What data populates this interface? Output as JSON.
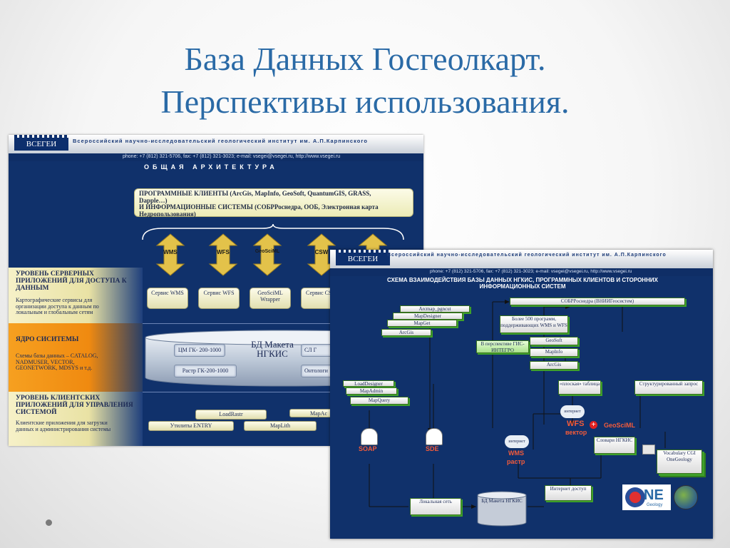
{
  "page": {
    "title_line1": "База Данных Госгеолкарт.",
    "title_line2": "Перспективы использования."
  },
  "slide1": {
    "logo": "ВСЕГЕИ",
    "institute": "Всероссийский научно-исследовательский геологический институт им. А.П.Карпинского",
    "phone": "phone: +7 (812) 321-5706, fax: +7 (812) 321-3023; e-mail: vsegei@vsegei.ru, http://www.vsegei.ru",
    "arch_title": "ОБЩАЯ АРХИТЕКТУРА",
    "clients_line1": "ПРОГРАММНЫЕ КЛИЕНТЫ (ArcGis, MapInfo, GeoSoft, QuantumGIS, GRASS,",
    "clients_line2": "Dapple…)",
    "clients_line3": "И ИНФОРМАЦИОННЫЕ СИСТЕМЫ (СОБРРоснедра, ООБ, Электронная карта",
    "clients_line4": "Недропользования)",
    "arrows": [
      "WMS",
      "WFS",
      "GeoSciML",
      "CSW"
    ],
    "level_server_title": "УРОВЕНЬ СЕРВЕРНЫХ ПРИЛОЖЕНИЙ ДЛЯ ДОСТУПА К ДАННЫМ",
    "level_server_desc": "Картографические сервисы для организации доступа к данным по локальным и глобальным сетям",
    "services": [
      "Сервис WMS",
      "Сервис WFS",
      "GeoSciML Wrapper",
      "Сервис CSW"
    ],
    "core_title": "ЯДРО СИСИТЕМЫ",
    "core_desc": "Схемы базы данных – CATALOG, NADMUSER, VECTOR, GEONETWORK, MDSYS и т.д.",
    "db_title": "БД Макета НГКИС",
    "db_boxes": [
      "ЦМ ГК- 200-1000",
      "Растр ГК-200-1000",
      "СЛ Г",
      "Онтологи"
    ],
    "level_client_title": "УРОВЕНЬ КЛИЕНТСКИХ ПРИЛОЖЕНИЙ ДЛЯ УПРАВЛЕНИЯ СИСТЕМОЙ",
    "level_client_desc": "Клиентские приложения для загрузки данных и администрирования системы",
    "utils": [
      "LoadRastr",
      "MapAc",
      "Утилиты ENTRY",
      "MapLith"
    ]
  },
  "slide2": {
    "logo": "ВСЕГЕИ",
    "institute": "Всероссийский научно-исследовательский геологический институт им. А.П.Карпинского",
    "phone": "phone: +7 (812) 321-5706, fax: +7 (812) 321-3023; e-mail: vsegei@vsegei.ru, http://www.vsegei.ru",
    "title_line1": "СХЕМА ВЗАИМОДЕЙСТВИЯ БАЗЫ ДАННЫХ НГКИС, ПРОГРАММНЫХ КЛИЕНТОВ И СТОРОННИХ",
    "title_line2": "ИНФОРМАЦИОННЫХ СИСТЕМ",
    "stack_top": [
      "Arcmap_pgncut",
      "MapDesigner",
      "MapGet",
      "ArcGis"
    ],
    "sobr": "СОБРРоснедра (ВНИИГеосистем)",
    "programs": "Более 500 программ, поддерживающих WMS и WFS",
    "perspective": "В перспективе ГИС-ИНТЕГРО",
    "clients": [
      "GeoSoft",
      "MapInfo",
      "ArcGis"
    ],
    "stack_left": [
      "LoadDesigner",
      "MapAdmin",
      "MapQuery"
    ],
    "flat_table": "«плоская» таблица",
    "structured": "Структурированный запрос",
    "internet": "интернет",
    "wfs": "WFS",
    "vector": "вектор",
    "geosciml": "GeoSciML",
    "dictionaries": "Словари НГКИС",
    "vocabulary": "Vocabulary CGI OneGeology",
    "soap": "SOAP",
    "sde": "SDE",
    "wms": "WMS",
    "raster": "растр",
    "local_net": "Локальная сеть",
    "db": "БД Макета НГКИС",
    "internet_access": "Интернет доступ",
    "one_logo": "NE",
    "one_logo_sub": "Geology"
  }
}
